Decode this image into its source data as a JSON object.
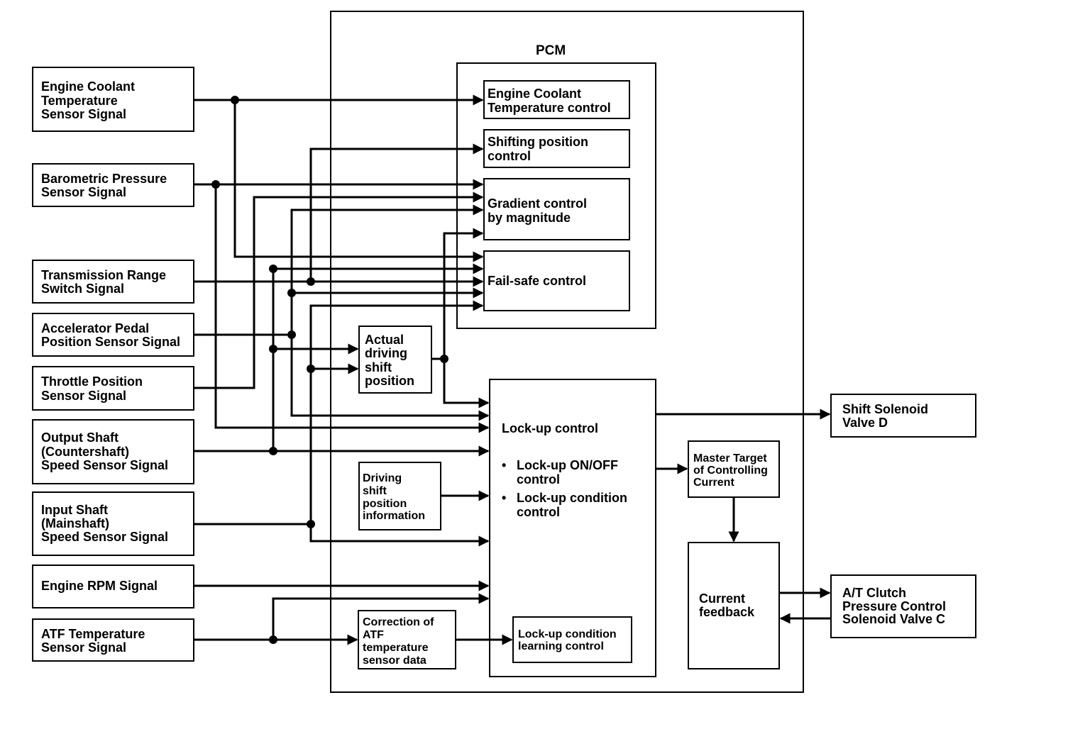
{
  "pcm_title": "PCM",
  "inputs": {
    "ect": [
      "Engine Coolant",
      "Temperature",
      "Sensor Signal"
    ],
    "baro": [
      "Barometric Pressure",
      "Sensor Signal"
    ],
    "trs": [
      "Transmission Range",
      "Switch Signal"
    ],
    "app": [
      "Accelerator Pedal",
      "Position Sensor Signal"
    ],
    "tps": [
      "Throttle Position",
      "Sensor Signal"
    ],
    "oss": [
      "Output Shaft",
      "(Countershaft)",
      "Speed Sensor Signal"
    ],
    "iss": [
      "Input Shaft",
      "(Mainshaft)",
      "Speed Sensor Signal"
    ],
    "rpm": [
      "Engine RPM Signal"
    ],
    "atf": [
      "ATF Temperature",
      "Sensor Signal"
    ]
  },
  "controls": {
    "ect_control": [
      "Engine Coolant",
      "Temperature control"
    ],
    "shifting": [
      "Shifting position",
      "control"
    ],
    "gradient": [
      "Gradient control",
      "by magnitude"
    ],
    "failsafe": [
      "Fail-safe control"
    ]
  },
  "actual_driving": [
    "Actual",
    "driving",
    "shift",
    "position"
  ],
  "driving_info": [
    "Driving",
    "shift",
    "position",
    "information"
  ],
  "correction_atf": [
    "Correction of",
    "ATF",
    "temperature",
    "sensor data"
  ],
  "lockup": {
    "title": "Lock-up control",
    "bullet": "•",
    "item1": [
      "Lock-up ON/OFF",
      "control"
    ],
    "item2": [
      "Lock-up condition",
      "control"
    ]
  },
  "lockup_learning": [
    "Lock-up condition",
    "learning control"
  ],
  "master_target": [
    "Master Target",
    "of Controlling",
    "Current"
  ],
  "current_feedback": [
    "Current",
    "feedback"
  ],
  "outputs": {
    "shift_solenoid": [
      "Shift Solenoid",
      "Valve D"
    ],
    "clutch_solenoid": [
      "A/T Clutch",
      "Pressure Control",
      "Solenoid Valve C"
    ]
  }
}
